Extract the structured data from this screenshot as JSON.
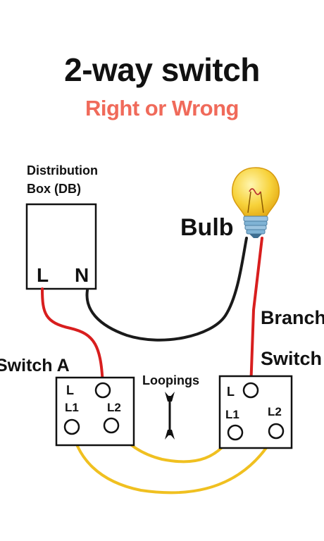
{
  "title": "2-way switch",
  "subtitle": "Right or Wrong",
  "db": {
    "label_line1": "Distribution",
    "label_line2": "Box (DB)",
    "terminal_l": "L",
    "terminal_n": "N"
  },
  "bulb_label": "Bulb",
  "branch_label": "Branch",
  "switch_right_label": "Switch",
  "switch_a_label": "Switch A",
  "loopings_label": "Loopings",
  "switch_a": {
    "l": "L",
    "l1": "L1",
    "l2": "L2"
  },
  "switch_b": {
    "l": "L",
    "l1": "L1",
    "l2": "L2"
  },
  "colors": {
    "title": "#111111",
    "subtitle": "#f06a5a",
    "live_wire": "#d81e1e",
    "neutral_wire": "#1a1a1a",
    "traveler_wire": "#f0c020",
    "bulb_glass": "#f7d23a",
    "bulb_base": "#7fb3d5"
  }
}
